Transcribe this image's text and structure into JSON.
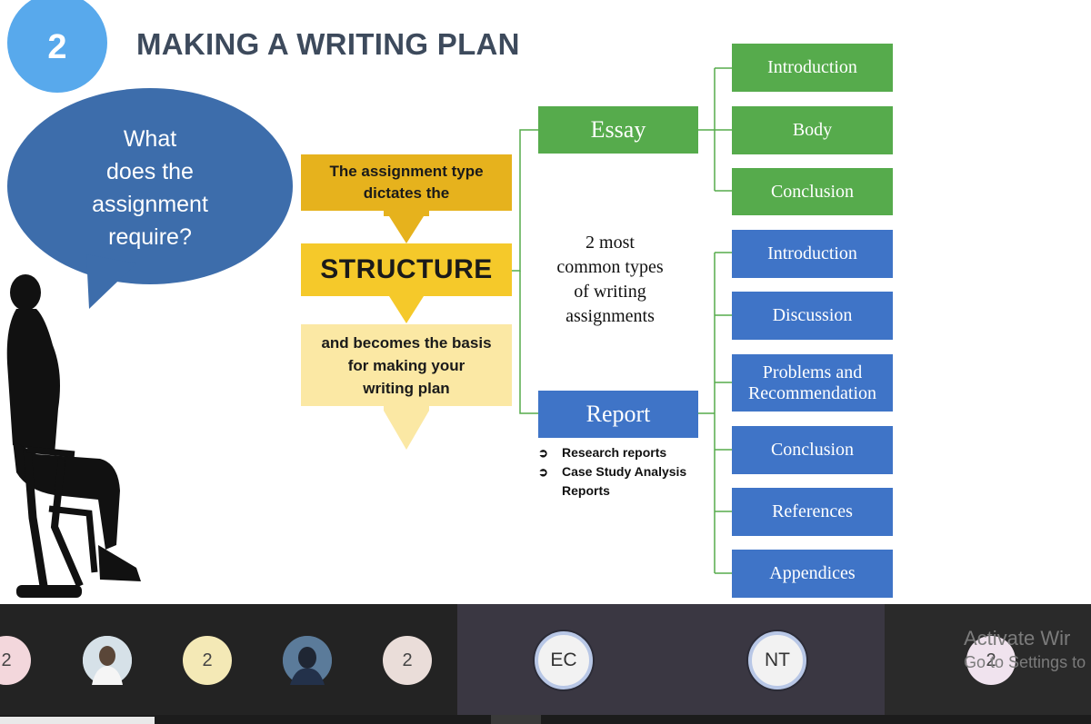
{
  "slide": {
    "number": "2",
    "title": "MAKING A WRITING PLAN",
    "bubble_lines": [
      "What",
      "does the",
      "assignment",
      "require?"
    ],
    "flow": {
      "top_lines": [
        "The assignment type",
        "dictates the"
      ],
      "middle": "STRUCTURE",
      "bottom_lines": [
        "and becomes the basis",
        "for making your",
        "writing plan"
      ]
    },
    "center_lines": [
      "2 most",
      "common types",
      "of writing",
      "assignments"
    ],
    "essay": {
      "label": "Essay",
      "sections": [
        "Introduction",
        "Body",
        "Conclusion"
      ]
    },
    "report": {
      "label": "Report",
      "bullets": [
        [
          "Research reports"
        ],
        [
          "Case Study Analysis",
          "Reports"
        ]
      ],
      "sections": [
        [
          "Introduction"
        ],
        [
          "Discussion"
        ],
        [
          "Problems and",
          "Recommendation"
        ],
        [
          "Conclusion"
        ],
        [
          "References"
        ],
        [
          "Appendices"
        ]
      ]
    },
    "colors": {
      "green": "#56ab4c",
      "blue": "#3f74c7",
      "gold": "#e6b21d",
      "bubble": "#3d6dab",
      "accent": "#58a9ec"
    }
  },
  "participants": [
    {
      "label": "2",
      "bg": "#f3d7dc"
    },
    {
      "label": "",
      "bg": "#c9d7df",
      "icon": "user-photo-icon"
    },
    {
      "label": "2",
      "bg": "#f4e9b6"
    },
    {
      "label": "",
      "bg": "#4b5f78",
      "icon": "user-photo-icon"
    },
    {
      "label": "2",
      "bg": "#eaddd9"
    },
    {
      "label": "EC"
    },
    {
      "label": "NT"
    },
    {
      "label": "2",
      "bg": "#f0e3ee"
    }
  ],
  "watermark": {
    "line1": "Activate Wir",
    "line2": "Go to Settings to"
  }
}
